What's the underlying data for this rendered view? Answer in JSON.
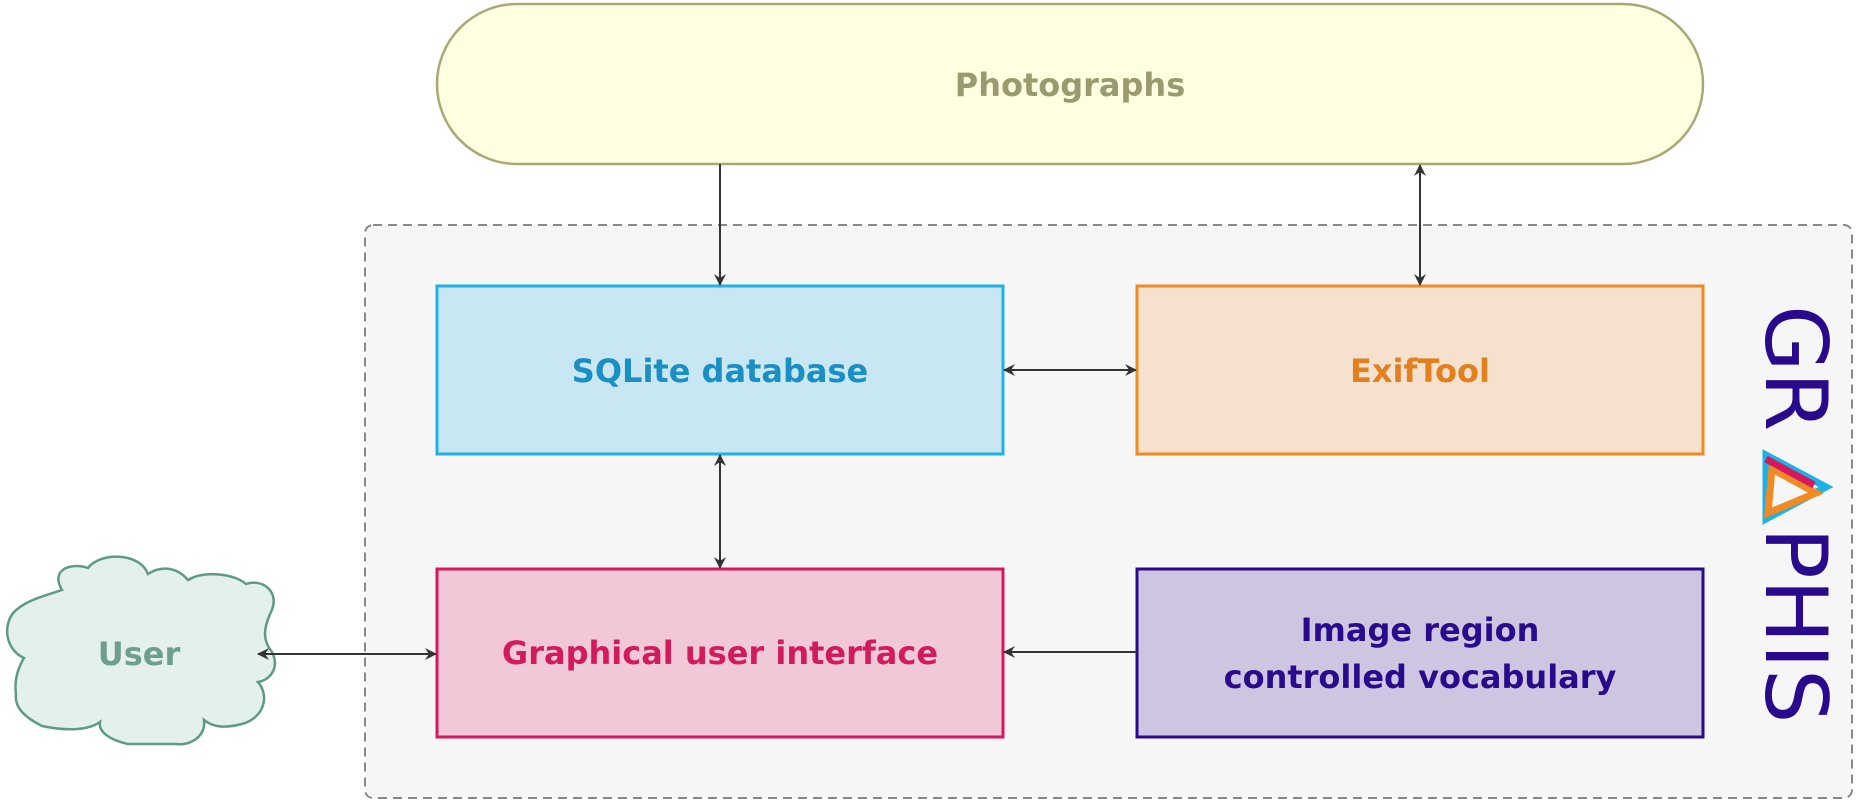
{
  "nodes": {
    "photographs": {
      "label": "Photographs",
      "fill": "#FEFEE0",
      "stroke": "#A9A978",
      "text_color": "#9A9A6E"
    },
    "sqlite": {
      "label": "SQLite database",
      "fill": "#C8E7F3",
      "stroke": "#1FB1E6",
      "text_color": "#1A8FC3"
    },
    "exiftool": {
      "label": "ExifTool",
      "fill": "#F6E1CF",
      "stroke": "#F08A24",
      "text_color": "#E2801F"
    },
    "gui": {
      "label": "Graphical user interface",
      "fill": "#F0C8D8",
      "stroke": "#D6195E",
      "text_color": "#D21B5C"
    },
    "vocabulary": {
      "label_line1": "Image region",
      "label_line2": "controlled vocabulary",
      "fill": "#CEC6E0",
      "stroke": "#2A0A8C",
      "text_color": "#2A0A8C"
    },
    "user": {
      "label": "User",
      "fill": "#E3F0EC",
      "stroke": "#5E9A86",
      "text_color": "#6E9E8E"
    }
  },
  "logo": {
    "text_before": "GR",
    "text_after": "PHIS",
    "text_color": "#2A0A8C",
    "triangle_colors": [
      "#D6195E",
      "#1FB1E6",
      "#F08A24"
    ]
  },
  "container": {
    "fill": "#F6F6F6",
    "stroke": "#888888"
  },
  "arrow_color": "#333333"
}
